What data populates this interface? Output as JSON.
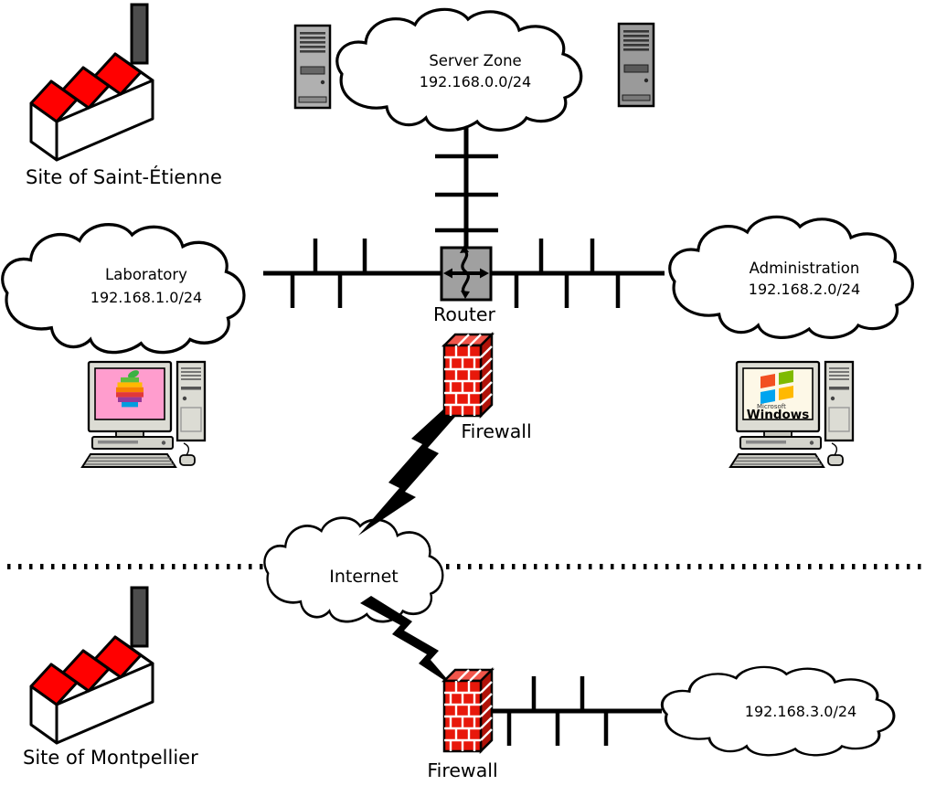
{
  "sites": {
    "saint_etienne": "Site of Saint-Étienne",
    "montpellier": "Site of Montpellier"
  },
  "zones": {
    "server_zone": {
      "name": "Server Zone",
      "subnet": "192.168.0.0/24"
    },
    "laboratory": {
      "name": "Laboratory",
      "subnet": "192.168.1.0/24"
    },
    "administration": {
      "name": "Administration",
      "subnet": "192.168.2.0/24"
    },
    "montpellier_lan": {
      "subnet": "192.168.3.0/24"
    },
    "internet": {
      "name": "Internet"
    }
  },
  "devices": {
    "router": "Router",
    "firewall_top": "Firewall",
    "firewall_bottom": "Firewall"
  },
  "logos": {
    "microsoft": "Microsoft",
    "windows": "Windows"
  },
  "colors": {
    "brick_red": "#e8180b",
    "brick_red_dark": "#b01208",
    "factory_red": "#ff0000",
    "router_gray": "#a0a0a0",
    "apple_screen_pink": "#ff9dce",
    "windows_screen_cream": "#fdf8e7"
  }
}
